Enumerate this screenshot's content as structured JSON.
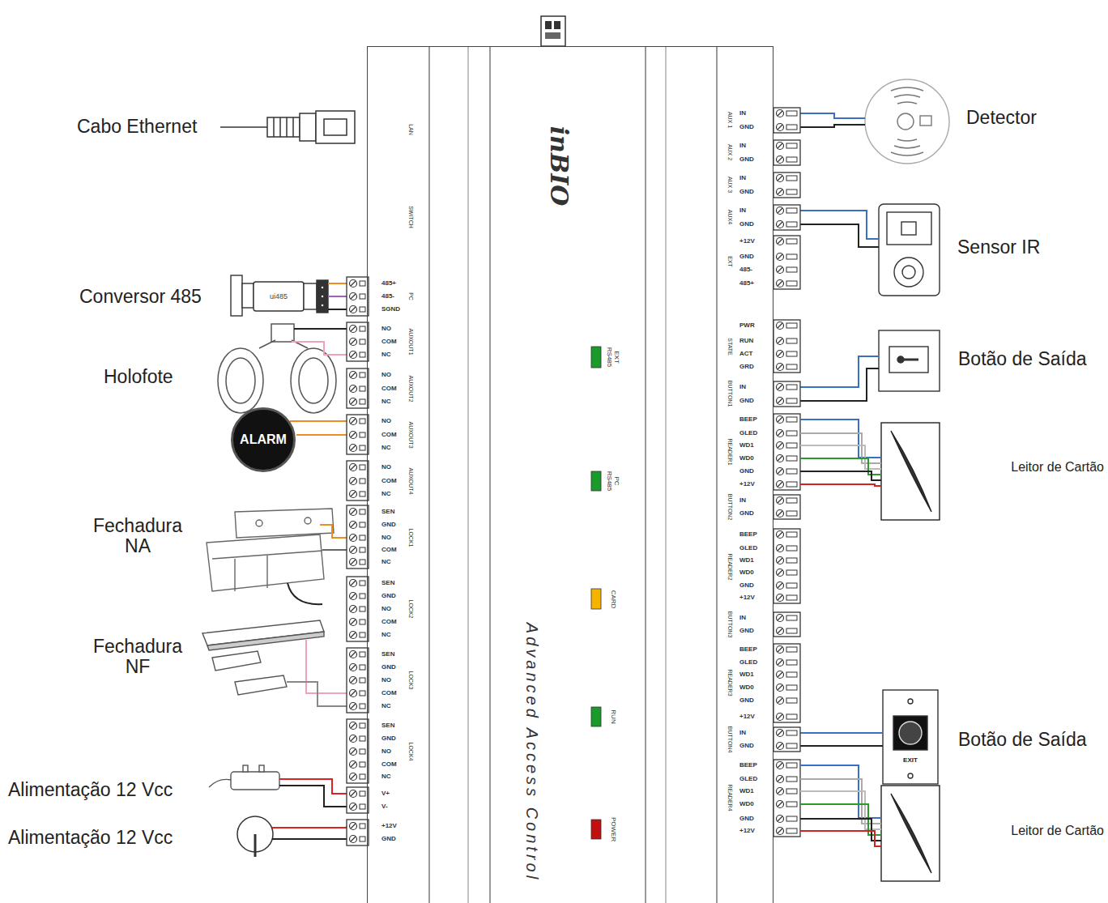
{
  "diagram": {
    "nodes": [
      {
        "text": [
          "Advanced Access Control"
        ]
      },
      {
        "text": [
          "ALARM"
        ]
      }
    ],
    "labels": [
      "Cabo Ethernet",
      "Conversor 485",
      "Holofote",
      "Fechadura NA",
      "Fechadura NF",
      "Alimentação 12 Vcc",
      "Alimentação 12 Vcc",
      "Detector",
      "Sensor IR",
      "Botão de Saída",
      "Leitor de Cartão",
      "Botão de Saída",
      "Leitor de Cartão",
      "EXIT",
      "ui485",
      "inBIO",
      "EXT RS485",
      "PC RS485",
      "CARD",
      "RUN",
      "POWER",
      "LAN",
      "SWITCH",
      "PC",
      "AUXOUT1",
      "AUXOUT2",
      "AUXOUT3",
      "AUXOUT4",
      "LOCK1",
      "LOCK2",
      "LOCK3",
      "LOCK4",
      "485+",
      "485-",
      "SGND",
      "NO",
      "COM",
      "NC",
      "NO",
      "COM",
      "NC",
      "NO",
      "COM",
      "NC",
      "NO",
      "COM",
      "NC",
      "SEN",
      "GND",
      "NO",
      "COM",
      "NC",
      "SEN",
      "GND",
      "NO",
      "COM",
      "NC",
      "SEN",
      "GND",
      "NO",
      "COM",
      "NC",
      "SEN",
      "GND",
      "NO",
      "COM",
      "NC",
      "V+",
      "V-",
      "+12V",
      "GND",
      "AUX 1",
      "AUX 2",
      "AUX 3",
      "AUX4",
      "EXT",
      "STATE",
      "BUTTON1",
      "READER1",
      "BUTTON2",
      "READER2",
      "BUTTON3",
      "READER3",
      "BUTTON4",
      "READER4",
      "IN",
      "GND",
      "IN",
      "GND",
      "IN",
      "GND",
      "IN",
      "GND",
      "+12V",
      "GND",
      "485-",
      "485+",
      "PWR",
      "RUN",
      "ACT",
      "GRD",
      "IN",
      "GND",
      "BEEP",
      "GLED",
      "WD1",
      "WD0",
      "GND",
      "+12V",
      "IN",
      "GND",
      "BEEP",
      "GLED",
      "WD1",
      "WD0",
      "GND",
      "+12V",
      "IN",
      "GND",
      "BEEP",
      "GLED",
      "WD1",
      "WD0",
      "GND",
      "+12V",
      "IN",
      "GND",
      "BEEP",
      "GLED",
      "WD1",
      "WD0",
      "GND",
      "+12V"
    ]
  }
}
